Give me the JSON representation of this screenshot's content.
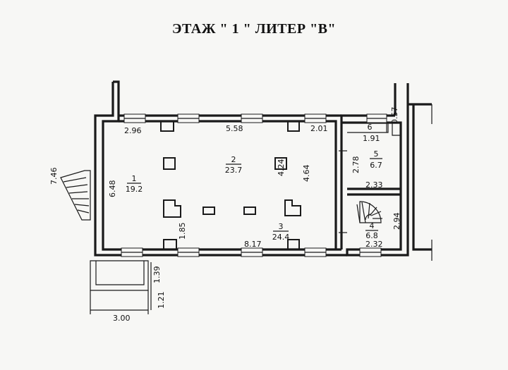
{
  "title": "ЭТАЖ \" 1 \"  ЛИТЕР \"В\"",
  "dimensions": {
    "d_296": "2.96",
    "d_558": "5.58",
    "d_201": "2.01",
    "d_191": "1.91",
    "d_057": "0.57",
    "d_648": "6.48",
    "d_746": "7.46",
    "d_424": "4.24",
    "d_464": "4.64",
    "d_278": "2.78",
    "d_233": "2.33",
    "d_294": "2.94",
    "d_232": "2.32",
    "d_185": "1.85",
    "d_817": "8.17",
    "d_139": "1.39",
    "d_121": "1.21",
    "d_300": "3.00"
  },
  "rooms": [
    {
      "number": "1",
      "area": "19.2"
    },
    {
      "number": "2",
      "area": "23.7"
    },
    {
      "number": "3",
      "area": "24.4"
    },
    {
      "number": "4",
      "area": "6.8"
    },
    {
      "number": "5",
      "area": "6.7"
    },
    {
      "number": "6",
      "area": ""
    }
  ]
}
